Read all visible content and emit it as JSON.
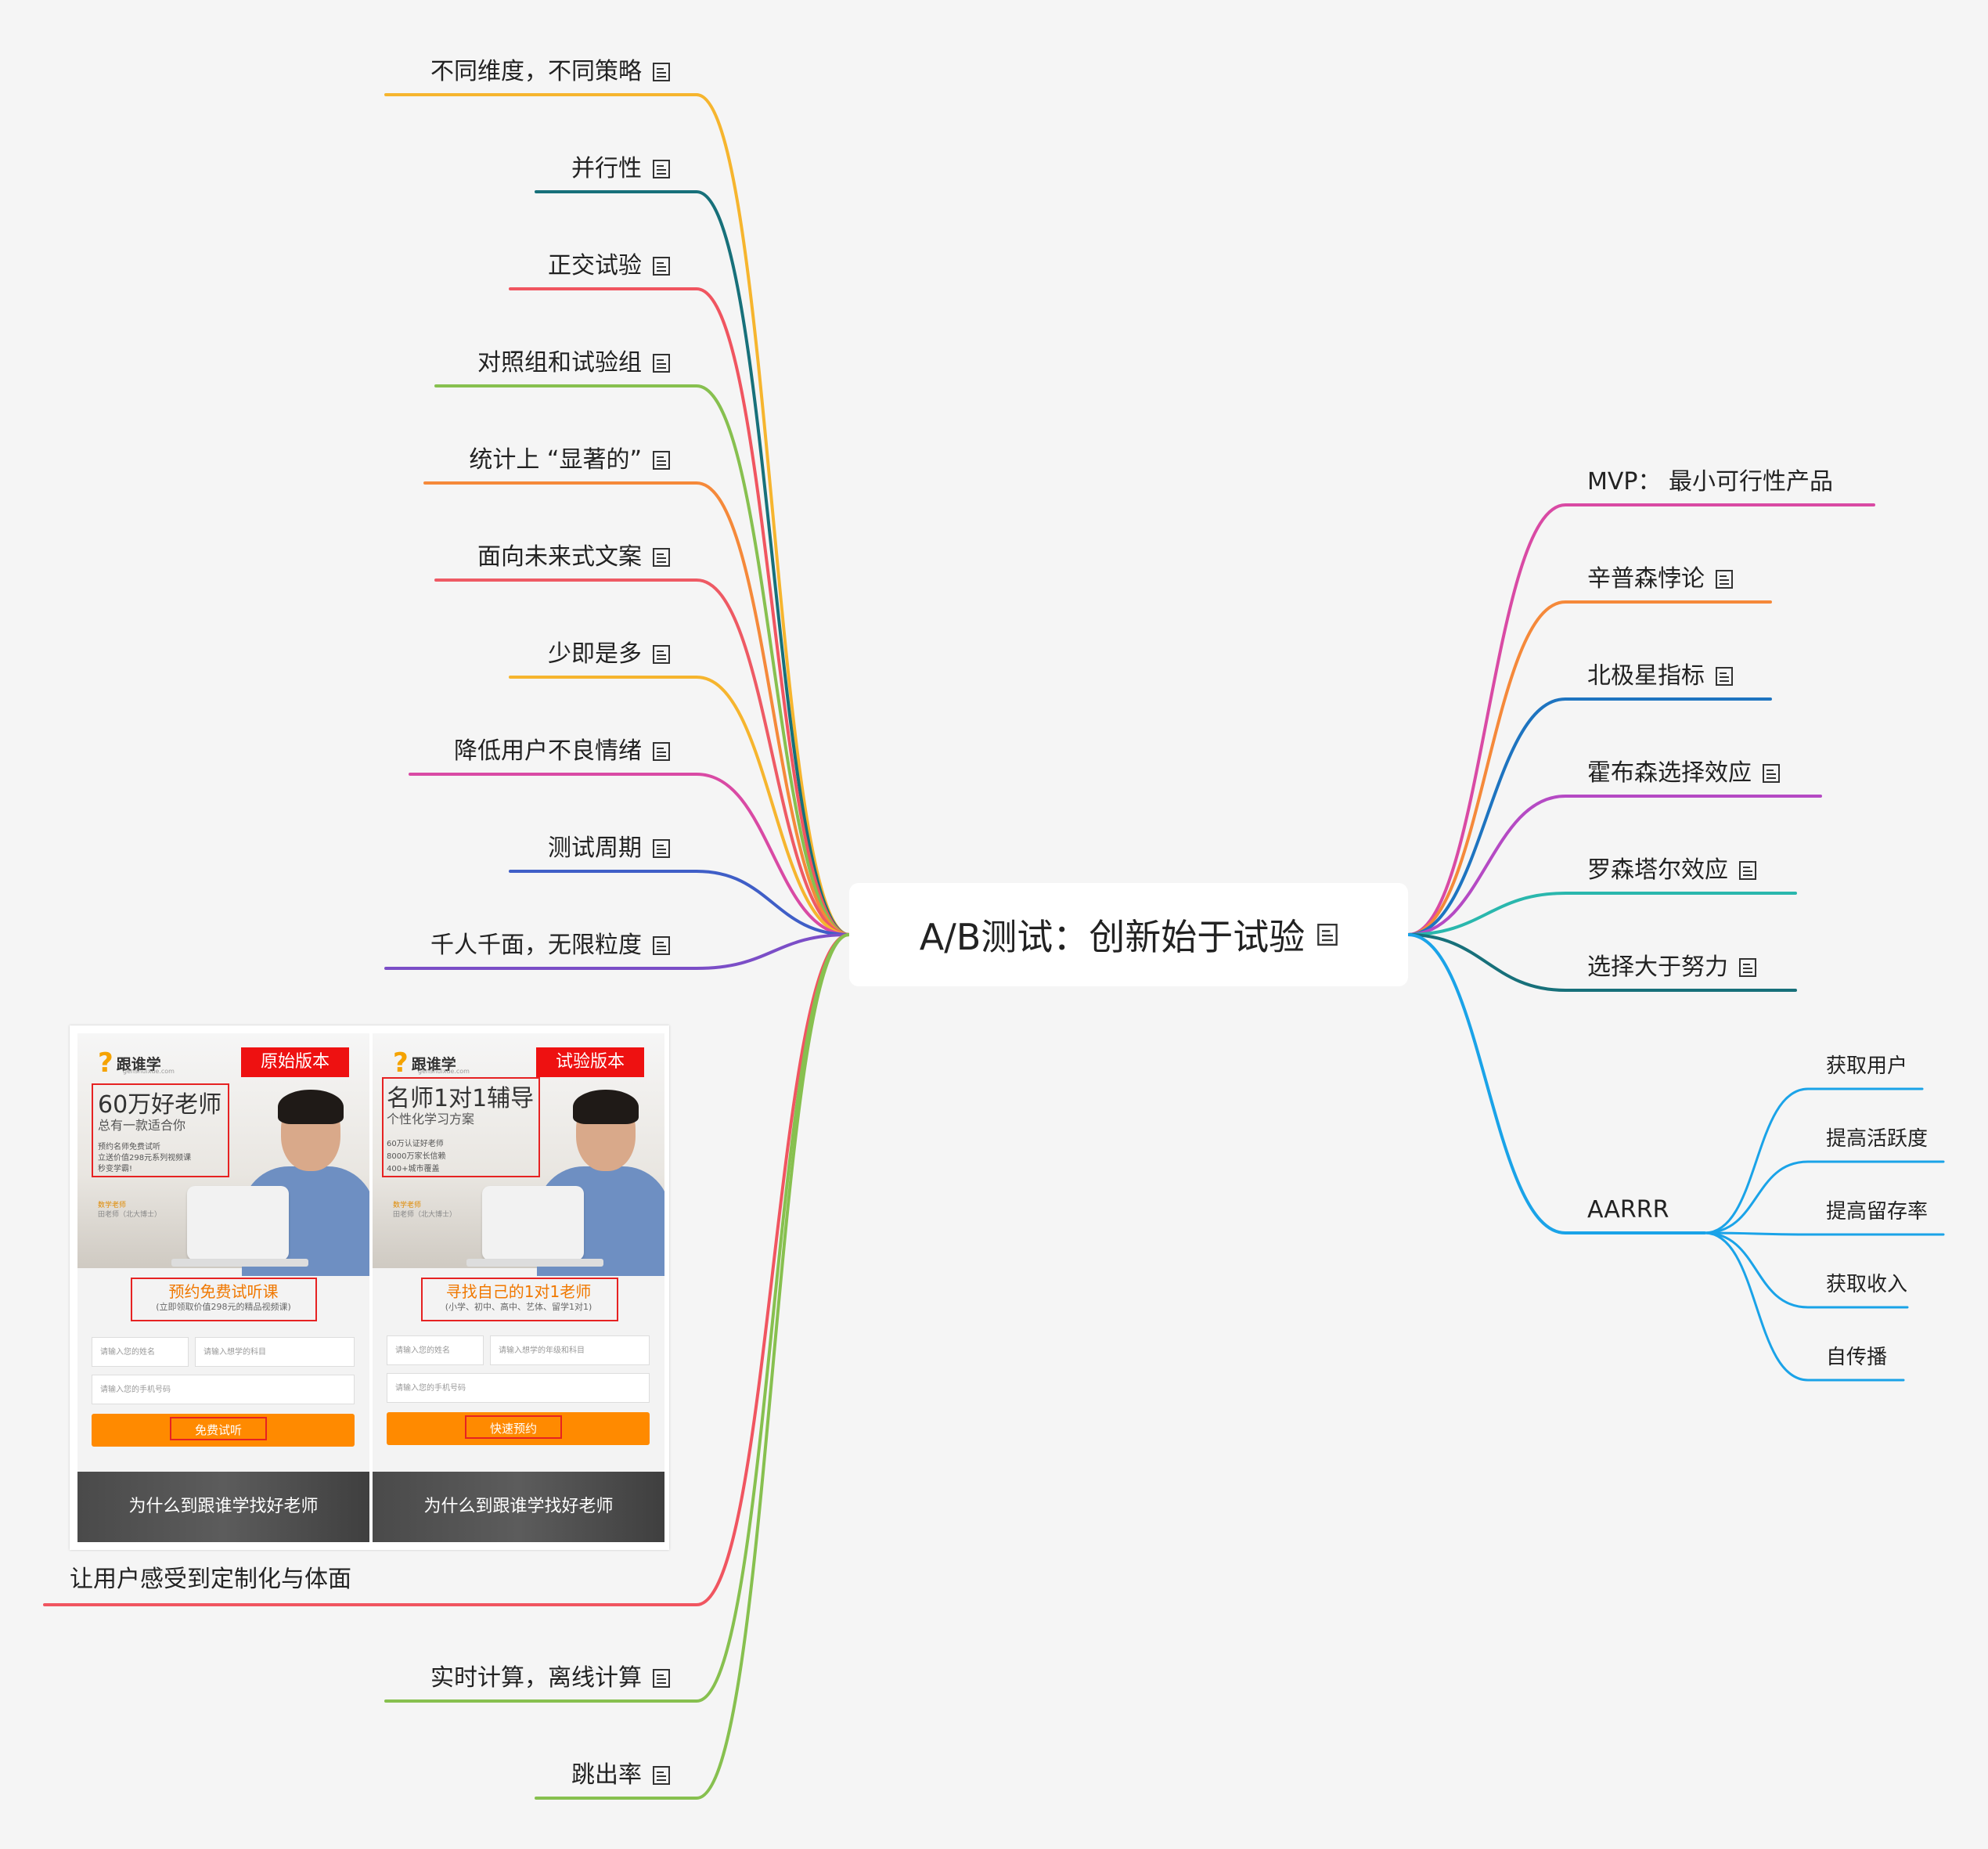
{
  "root": {
    "label": "A/B测试：创新始于试验",
    "has_note": true
  },
  "left_topics": [
    {
      "label": "不同维度，不同策略",
      "color": "#f6b52e",
      "has_note": true
    },
    {
      "label": "并行性",
      "color": "#17707a",
      "has_note": true
    },
    {
      "label": "正交试验",
      "color": "#f05560",
      "has_note": true
    },
    {
      "label": "对照组和试验组",
      "color": "#87c04f",
      "has_note": true
    },
    {
      "label": "统计上 “显著的”",
      "color": "#f5893a",
      "has_note": true
    },
    {
      "label": "面向未来式文案",
      "color": "#ee5a64",
      "has_note": true
    },
    {
      "label": "少即是多",
      "color": "#f6b52e",
      "has_note": true
    },
    {
      "label": "降低用户不良情绪",
      "color": "#d94aa4",
      "has_note": true
    },
    {
      "label": "测试周期",
      "color": "#3f5ec7",
      "has_note": true
    },
    {
      "label": "千人千面，无限粒度",
      "color": "#7b4ec7",
      "has_note": true
    },
    {
      "label": "让用户感受到定制化与体面",
      "color": "#f05560",
      "has_note": false
    },
    {
      "label": "实时计算，离线计算",
      "color": "#87c04f",
      "has_note": true
    },
    {
      "label": "跳出率",
      "color": "#87c04f",
      "has_note": true
    }
  ],
  "right_topics": [
    {
      "label": "MVP：  最小可行性产品",
      "color": "#d94aa4",
      "has_note": false
    },
    {
      "label": "辛普森悖论",
      "color": "#f5893a",
      "has_note": true
    },
    {
      "label": "北极星指标",
      "color": "#1e74c0",
      "has_note": true
    },
    {
      "label": "霍布森选择效应",
      "color": "#b54ac4",
      "has_note": true
    },
    {
      "label": "罗森塔尔效应",
      "color": "#2ab7ad",
      "has_note": true
    },
    {
      "label": "选择大于努力",
      "color": "#17707a",
      "has_note": true
    },
    {
      "label": "AARRR",
      "color": "#1aa3e8",
      "has_note": false
    }
  ],
  "aarrr_children": [
    {
      "label": "获取用户"
    },
    {
      "label": "提高活跃度"
    },
    {
      "label": "提高留存率"
    },
    {
      "label": "获取收入"
    },
    {
      "label": "自传播"
    }
  ],
  "image": {
    "logo_text": "跟谁学",
    "logo_url": "genshuixue.com",
    "teacher_title": "数学老师",
    "teacher_name": "田老师（北大博士）",
    "footer_text": "为什么到跟谁学找好老师",
    "original": {
      "tag": "原始版本",
      "headline": "60万好老师",
      "subhead": "总有一款适合你",
      "lines": [
        "预约名师免费试听",
        "立送价值298元系列视频课",
        "秒变学霸!"
      ],
      "cta_title": "预约免费试听课",
      "cta_sub": "(立即领取价值298元的精品视频课)",
      "field1": "请输入您的姓名",
      "field2": "请输入想学的科目",
      "field3": "请输入您的手机号码",
      "button": "免费试听"
    },
    "variant": {
      "tag": "试验版本",
      "headline": "名师1对1辅导",
      "subhead": "个性化学习方案",
      "lines": [
        "60万认证好老师",
        "8000万家长信赖",
        "400+城市覆盖"
      ],
      "cta_title": "寻找自己的1对1老师",
      "cta_sub": "(小学、初中、高中、艺体、留学1对1)",
      "field1": "请输入您的姓名",
      "field2": "请输入想学的年级和科目",
      "field3": "请输入您的手机号码",
      "button": "快速预约"
    }
  }
}
